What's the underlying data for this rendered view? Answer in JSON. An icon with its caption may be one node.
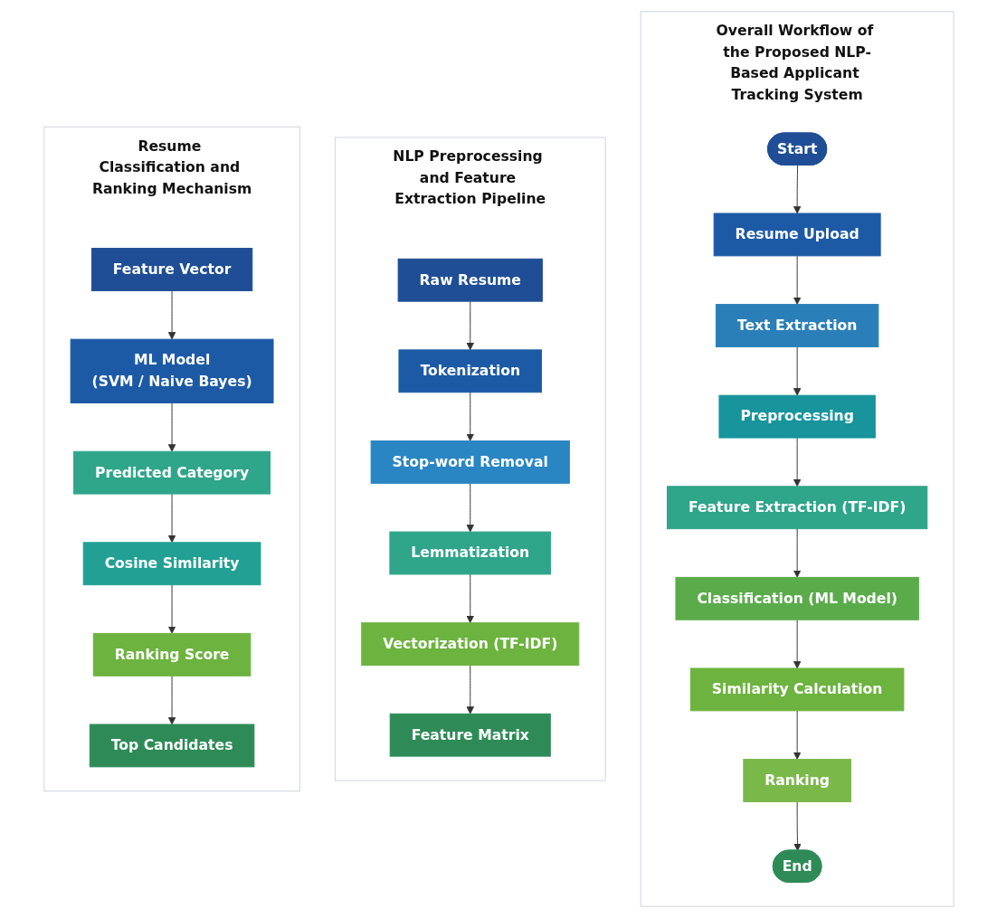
{
  "diagram": {
    "nodes": [
      {
        "text": [
          "Overall Workflow of the Proposed NLP-Based Applicant Tracking System"
        ]
      },
      {
        "text": [
          "Start"
        ],
        "in": 0
      },
      {
        "text": [
          "Resume Upload"
        ],
        "in": 0
      },
      {
        "text": [
          "Text Extraction"
        ],
        "in": 0
      },
      {
        "text": [
          "Preprocessing"
        ],
        "in": 0
      },
      {
        "text": [
          "Feature Extraction (TF-IDF)"
        ],
        "in": 0
      },
      {
        "text": [
          "Classification (ML Model)"
        ],
        "in": 0
      },
      {
        "text": [
          "Similarity Calculation"
        ],
        "in": 0
      },
      {
        "text": [
          "Ranking"
        ],
        "in": 0
      },
      {
        "text": [
          "End"
        ],
        "in": 0
      },
      {
        "text": [
          "NLP Preprocessing and Feature Extraction Pipeline"
        ]
      },
      {
        "text": [
          "Raw Resume"
        ],
        "in": 10
      },
      {
        "text": [
          "Tokenization"
        ],
        "in": 10
      },
      {
        "text": [
          "Stop-word Removal"
        ],
        "in": 10
      },
      {
        "text": [
          "Lemmatization"
        ],
        "in": 10
      },
      {
        "text": [
          "Vectorization (TF-IDF)"
        ],
        "in": 10
      },
      {
        "text": [
          "Feature Matrix"
        ],
        "in": 10
      },
      {
        "text": [
          "Resume Classification and Ranking Mechanism"
        ]
      },
      {
        "text": [
          "Feature Vector"
        ],
        "in": 17
      },
      {
        "text": [
          "ML Model",
          "(SVM / Naive Bayes)"
        ],
        "in": 17
      },
      {
        "text": [
          "Predicted Category"
        ],
        "in": 17
      },
      {
        "text": [
          "Cosine Similarity"
        ],
        "in": 17
      },
      {
        "text": [
          "Ranking Score"
        ],
        "in": 17
      },
      {
        "text": [
          "Top Candidates"
        ],
        "in": 17
      }
    ],
    "edges": [
      {
        "from": 1,
        "to": 2,
        "arrow": "to"
      },
      {
        "from": 2,
        "to": 3,
        "arrow": "to"
      },
      {
        "from": 3,
        "to": 4,
        "arrow": "to"
      },
      {
        "from": 4,
        "to": 5,
        "arrow": "to"
      },
      {
        "from": 5,
        "to": 6,
        "arrow": "to"
      },
      {
        "from": 6,
        "to": 7,
        "arrow": "to"
      },
      {
        "from": 7,
        "to": 8,
        "arrow": "to"
      },
      {
        "from": 8,
        "to": 9,
        "arrow": "to"
      },
      {
        "from": 11,
        "to": 12,
        "arrow": "to"
      },
      {
        "from": 12,
        "to": 13,
        "arrow": "to"
      },
      {
        "from": 13,
        "to": 14,
        "arrow": "to"
      },
      {
        "from": 14,
        "to": 15,
        "arrow": "to"
      },
      {
        "from": 15,
        "to": 16,
        "arrow": "to"
      },
      {
        "from": 18,
        "to": 19,
        "arrow": "to"
      },
      {
        "from": 19,
        "to": 20,
        "arrow": "to"
      },
      {
        "from": 20,
        "to": 21,
        "arrow": "to"
      },
      {
        "from": 21,
        "to": 22,
        "arrow": "to"
      },
      {
        "from": 22,
        "to": 23,
        "arrow": "to"
      }
    ]
  }
}
